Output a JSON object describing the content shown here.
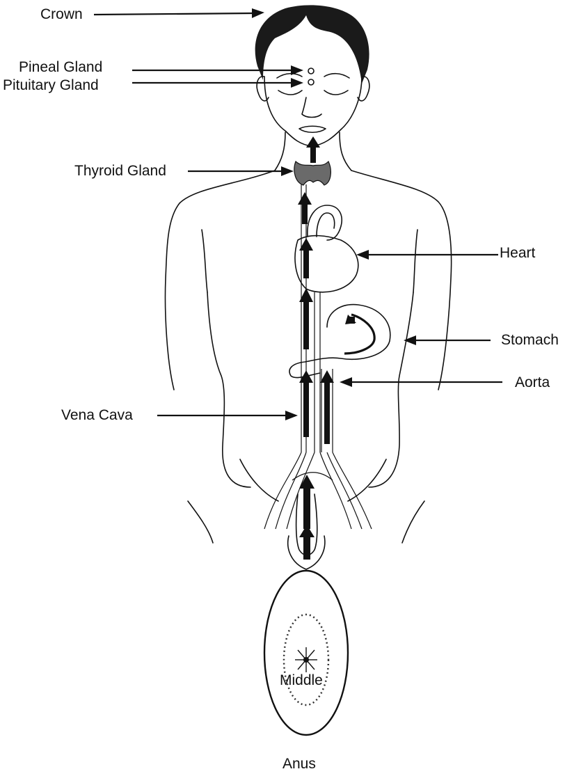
{
  "labels": {
    "crown": "Crown",
    "pineal": "Pineal Gland",
    "pituitary": "Pituitary Gland",
    "thyroid": "Thyroid Gland",
    "heart": "Heart",
    "stomach": "Stomach",
    "aorta": "Aorta",
    "vena_cava": "Vena Cava",
    "middle": "Middle",
    "anus": "Anus"
  },
  "colors": {
    "ink": "#111111",
    "background": "#ffffff"
  }
}
